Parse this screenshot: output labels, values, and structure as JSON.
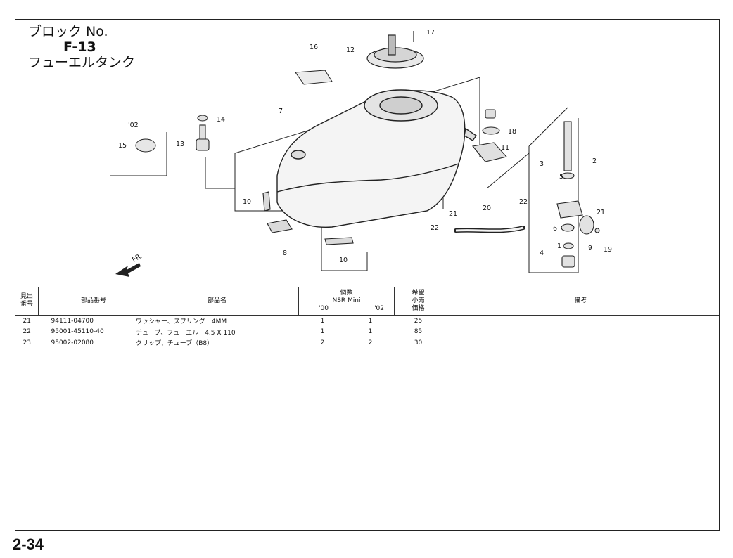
{
  "block": {
    "label": "ブロック No.",
    "code": "F-13",
    "name": "フューエルタンク"
  },
  "diagram": {
    "callouts": [
      "1",
      "2",
      "3",
      "4",
      "5",
      "6",
      "7",
      "8",
      "9",
      "10",
      "10",
      "11",
      "12",
      "13",
      "14",
      "15",
      "16",
      "17",
      "18",
      "19",
      "20",
      "21",
      "21",
      "22",
      "22"
    ],
    "year_tag": "'02",
    "fr_label": "FR."
  },
  "table": {
    "headers": {
      "ref_line1": "見出",
      "ref_line2": "番号",
      "part_no": "部品番号",
      "part_name": "部品名",
      "qty_line1": "個数",
      "qty_model": "NSR Mini",
      "qty_y1": "'00",
      "qty_y2": "'02",
      "price_line1": "希望",
      "price_line2": "小売",
      "price_line3": "価格",
      "remarks": "備考"
    },
    "rows": [
      {
        "ref": "21",
        "part_no": "94111-04700",
        "name": "ワッシャー、スプリング　4MM",
        "q00": "1",
        "q02": "1",
        "price": "25"
      },
      {
        "ref": "22",
        "part_no": "95001-45110-40",
        "name": "チューブ、フューエル　4.5 X 110",
        "q00": "1",
        "q02": "1",
        "price": "85"
      },
      {
        "ref": "23",
        "part_no": "95002-02080",
        "name": "クリップ、チューブ（B8）",
        "q00": "2",
        "q02": "2",
        "price": "30"
      }
    ]
  },
  "page_number": "2-34"
}
